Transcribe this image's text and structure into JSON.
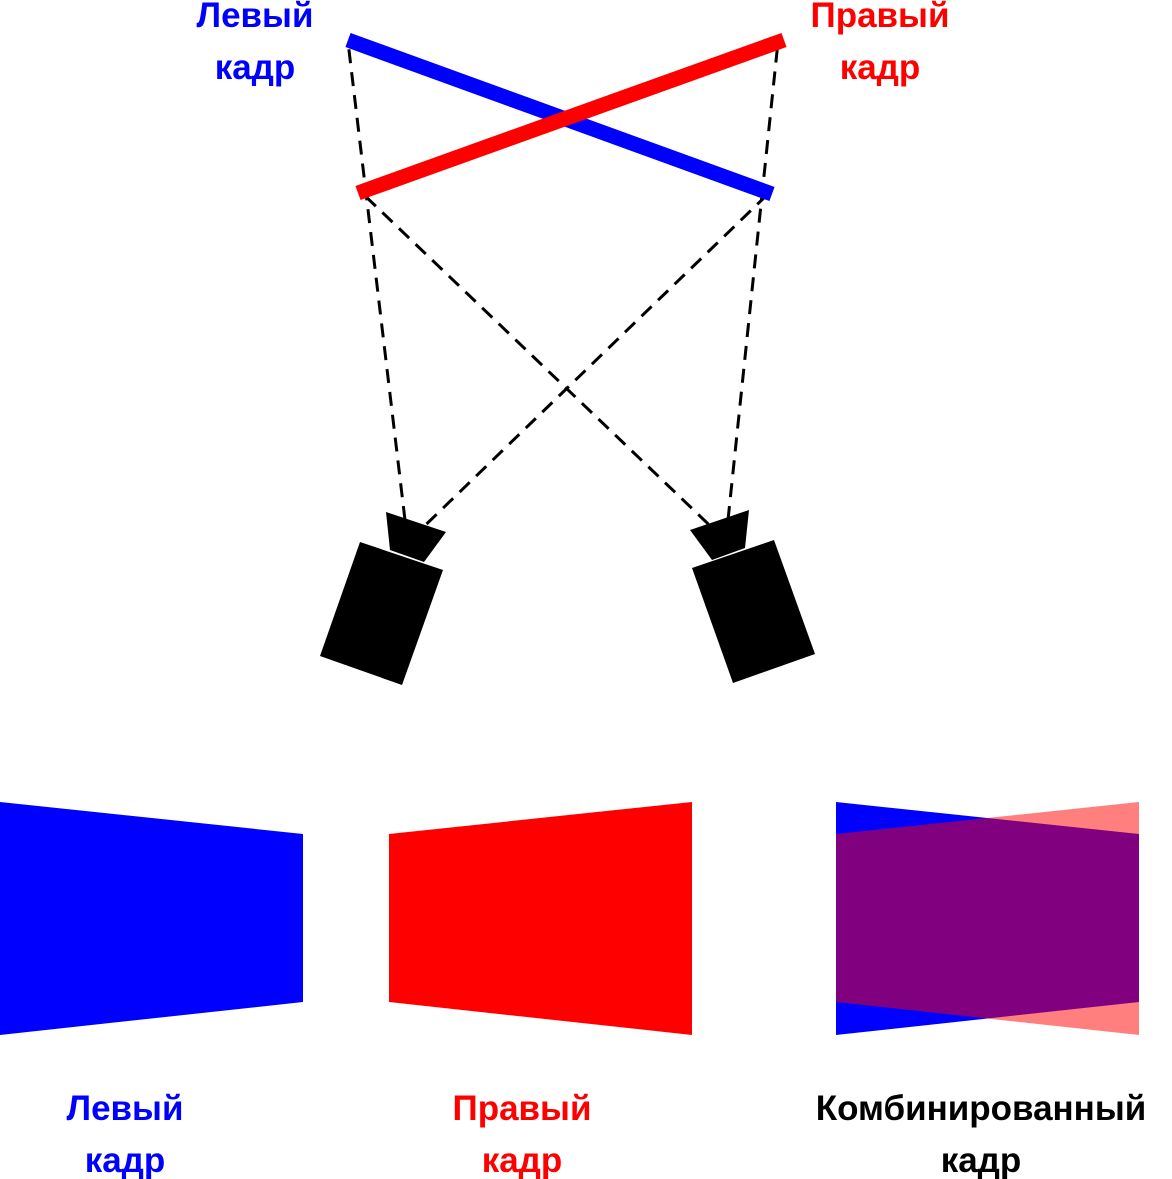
{
  "labels": {
    "top_left": {
      "line1": "Левый",
      "line2": "кадр",
      "color": "#0000ff"
    },
    "top_right": {
      "line1": "Правый",
      "line2": "кадр",
      "color": "#ff0000"
    },
    "bottom_left": {
      "line1": "Левый",
      "line2": "кадр",
      "color": "#0000ff"
    },
    "bottom_middle": {
      "line1": "Правый",
      "line2": "кадр",
      "color": "#ff0000"
    },
    "bottom_right": {
      "line1": "Комбинированный",
      "line2": "кадр",
      "color": "#000000"
    }
  },
  "colors": {
    "left_frame": "#0000ff",
    "right_frame": "#ff0000",
    "right_frame_translucent": "#ff8080",
    "combined_overlap": "#800080",
    "camera": "#000000",
    "projection_lines": "#000000"
  },
  "icons": {
    "left_camera": "camera-icon",
    "right_camera": "camera-icon"
  }
}
